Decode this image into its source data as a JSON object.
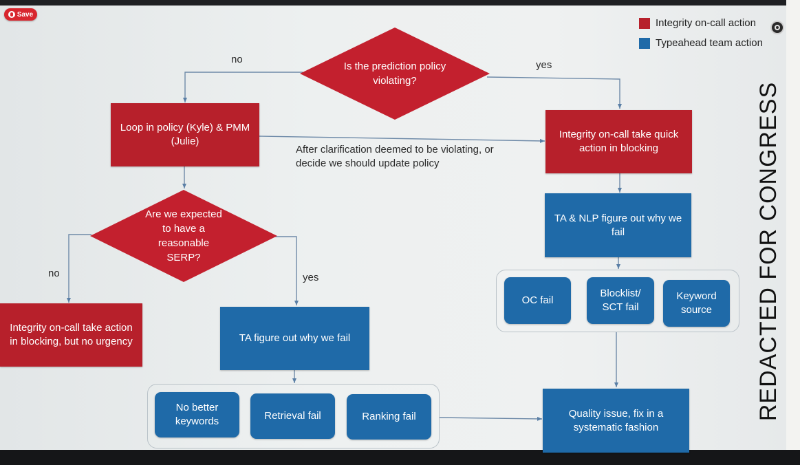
{
  "save_button": {
    "label": "Save"
  },
  "legend": {
    "items": [
      {
        "label": "Integrity on-call action",
        "color": "#b7202b"
      },
      {
        "label": "Typeahead team action",
        "color": "#1f6aa8"
      }
    ]
  },
  "nodes": {
    "decision_policy": "Is the prediction policy violating?",
    "loop_in_policy": "Loop in policy (Kyle) & PMM (Julie)",
    "integrity_quick_block": "Integrity on-call take quick action in blocking",
    "decision_serp": "Are we expected to have a reasonable SERP?",
    "ta_nlp_figure": "TA & NLP figure out why we fail",
    "integrity_no_urgency": "Integrity on-call take action in blocking, but no urgency",
    "ta_figure": "TA figure out why we fail",
    "oc_fail": "OC fail",
    "blocklist_fail": "Blocklist/ SCT fail",
    "keyword_source": "Keyword source",
    "no_better_keywords": "No better keywords",
    "retrieval_fail": "Retrieval fail",
    "ranking_fail": "Ranking fail",
    "quality_issue": "Quality issue, fix in a systematic fashion"
  },
  "edge_labels": {
    "policy_no": "no",
    "policy_yes": "yes",
    "serp_no": "no",
    "serp_yes": "yes",
    "clarification": "After clarification deemed to be violating, or decide we should update policy"
  },
  "watermark": "REDACTED FOR CONGRESS"
}
